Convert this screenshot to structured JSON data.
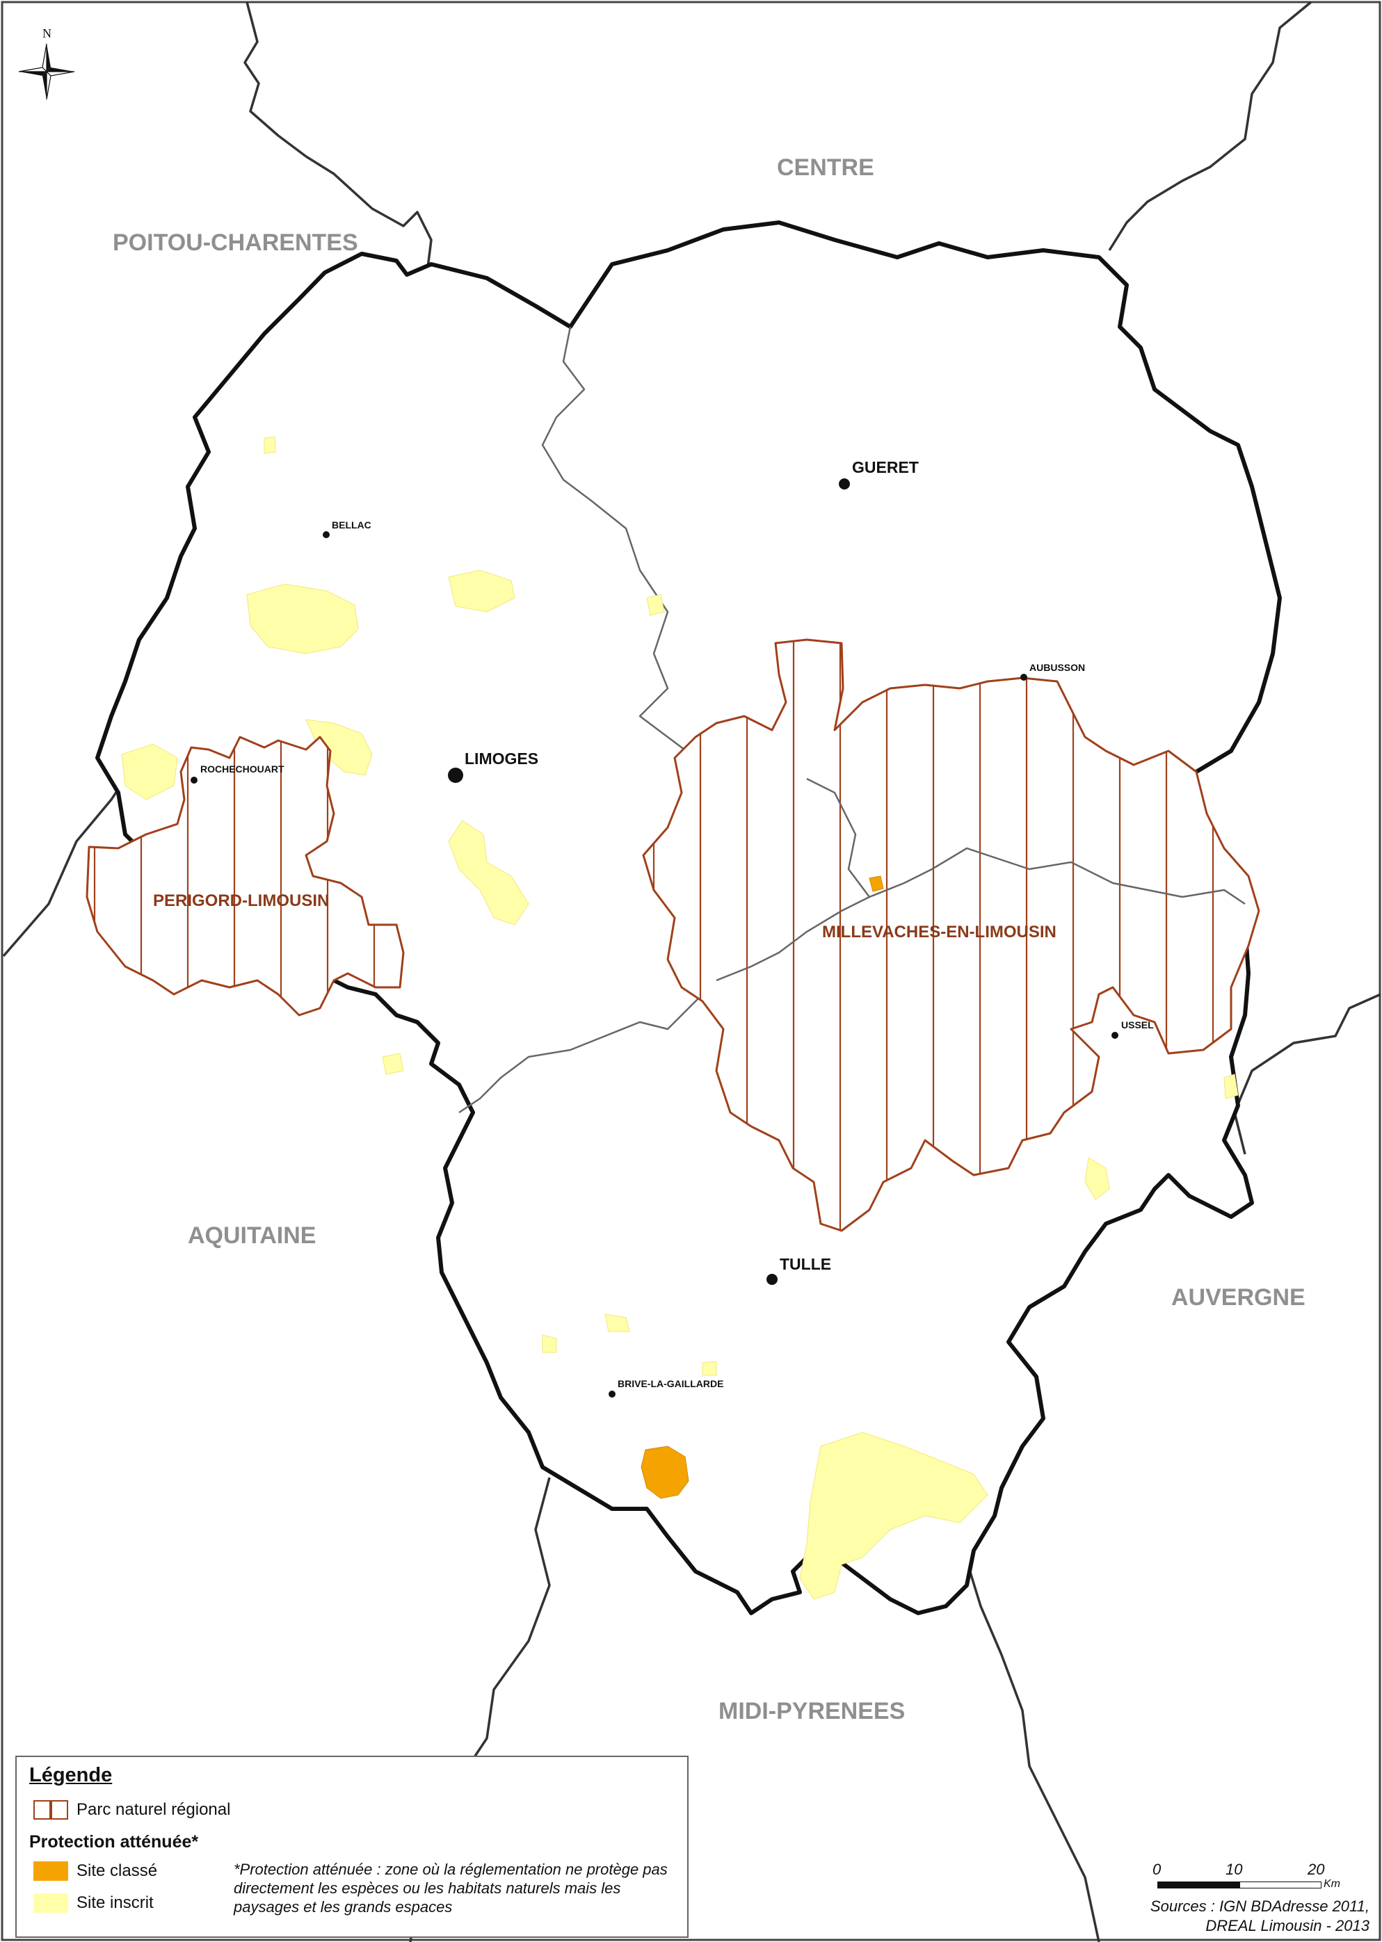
{
  "regions": [
    "POITOU-CHARENTES",
    "CENTRE",
    "AQUITAINE",
    "AUVERGNE",
    "MIDI-PYRENEES"
  ],
  "cities_major": [
    "GUERET",
    "LIMOGES",
    "TULLE"
  ],
  "cities_minor": [
    "BELLAC",
    "AUBUSSON",
    "ROCHECHOUART",
    "USSEL",
    "BRIVE-LA-GAILLARDE"
  ],
  "parcs": [
    "PERIGORD-LIMOUSIN",
    "MILLEVACHES-EN-LIMOUSIN"
  ],
  "north_label": "N",
  "legend": {
    "title": "Légende",
    "parc_label": "Parc naturel régional",
    "section": "Protection atténuée*",
    "site_classe": "Site classé",
    "site_inscrit": "Site inscrit",
    "note": "*Protection atténuée : zone où la réglementation ne protège pas directement les espèces ou les habitats naturels mais les paysages et les grands espaces"
  },
  "scale": {
    "ticks": [
      "0",
      "10",
      "20"
    ],
    "unit": "Km"
  },
  "sources": {
    "line1": "Sources : IGN BDAdresse 2011,",
    "line2": "DREAL Limousin - 2013"
  },
  "colors": {
    "site_classe": "#f5a300",
    "site_inscrit": "#ffffaa",
    "parc_line": "#a0401a",
    "border": "#111111"
  }
}
